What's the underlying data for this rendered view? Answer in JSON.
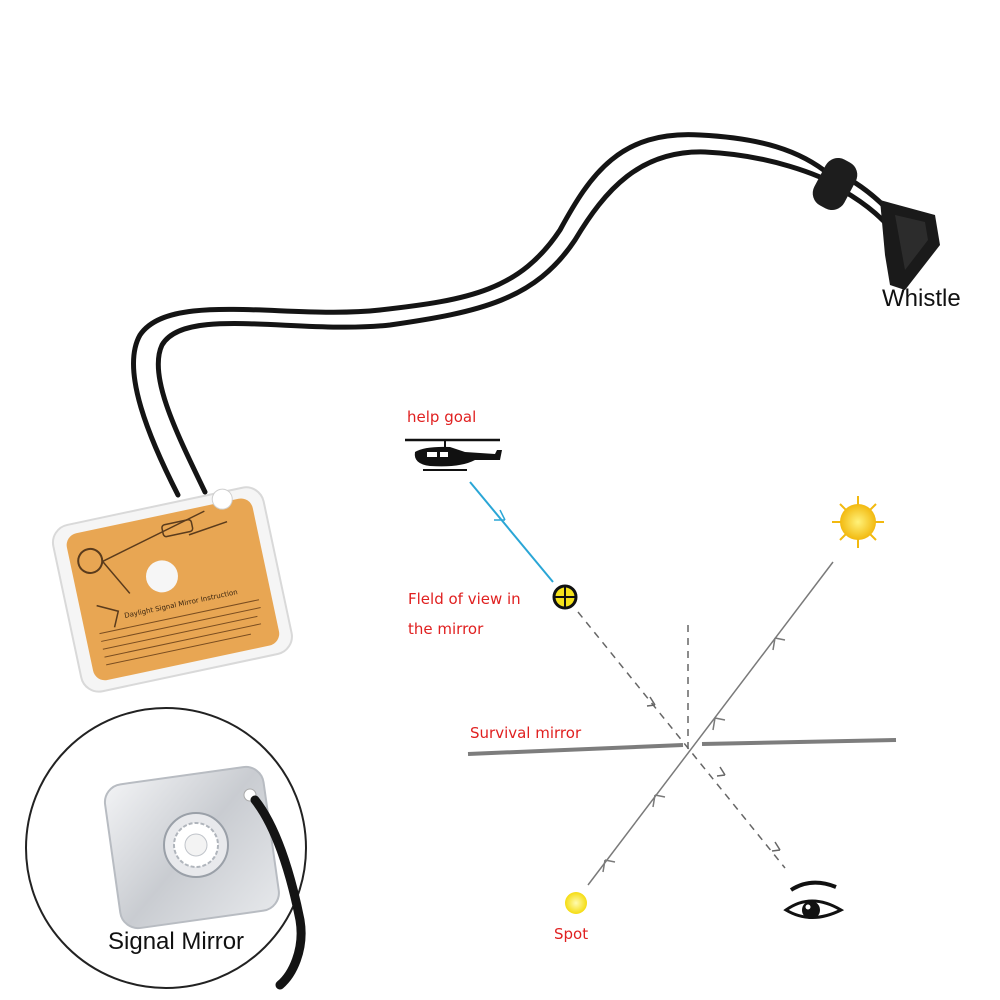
{
  "labels": {
    "whistle": "Whistle",
    "signal_mirror": "Signal Mirror",
    "help_goal": "help goal",
    "field_of_view_line1": "Fleld of view in",
    "field_of_view_line2": "the mirror",
    "survival_mirror": "Survival mirror",
    "spot": "Spot"
  },
  "card_text": {
    "title": "Daylight Signal Mirror Instruction"
  },
  "colors": {
    "cord": "#141414",
    "card_orange": "#e8a653",
    "label_red": "#e02020",
    "sun_yellow": "#f5c518",
    "spot_yellow": "#f7e21c",
    "beam_blue": "#2aa6d6",
    "line_gray": "#7a7a7a"
  },
  "icons": [
    "helicopter-icon",
    "sun-icon",
    "eye-icon",
    "crosshair-icon",
    "whistle-icon"
  ]
}
